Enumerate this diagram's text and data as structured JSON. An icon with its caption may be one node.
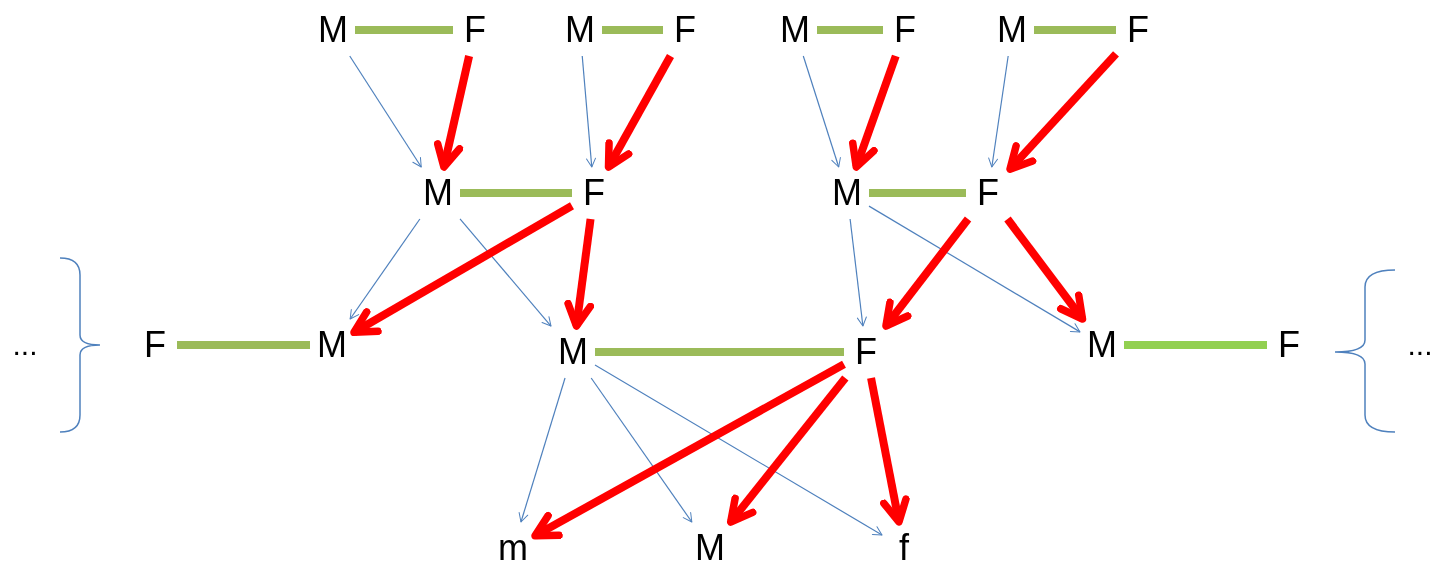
{
  "diagram": {
    "nodes": [
      {
        "text": [
          "M"
        ]
      },
      {
        "text": [
          "F"
        ]
      },
      {
        "text": [
          "M"
        ]
      },
      {
        "text": [
          "F"
        ]
      },
      {
        "text": [
          "M"
        ]
      },
      {
        "text": [
          "F"
        ]
      },
      {
        "text": [
          "M"
        ]
      },
      {
        "text": [
          "F"
        ]
      },
      {
        "text": [
          "M"
        ]
      },
      {
        "text": [
          "F"
        ]
      },
      {
        "text": [
          "M"
        ]
      },
      {
        "text": [
          "F"
        ]
      },
      {
        "text": [
          "F"
        ]
      },
      {
        "text": [
          "M"
        ]
      },
      {
        "text": [
          "M"
        ]
      },
      {
        "text": [
          "F"
        ]
      },
      {
        "text": [
          "M"
        ]
      },
      {
        "text": [
          "F"
        ]
      },
      {
        "text": [
          "m"
        ]
      },
      {
        "text": [
          "M"
        ]
      },
      {
        "text": [
          "f"
        ]
      }
    ],
    "edges": [
      {
        "from": 0,
        "to": 1,
        "arrow": "none",
        "color": "#9bbb59"
      },
      {
        "from": 2,
        "to": 3,
        "arrow": "none",
        "color": "#9bbb59"
      },
      {
        "from": 4,
        "to": 5,
        "arrow": "none",
        "color": "#9bbb59"
      },
      {
        "from": 6,
        "to": 7,
        "arrow": "none",
        "color": "#9bbb59"
      },
      {
        "from": 8,
        "to": 9,
        "arrow": "none",
        "color": "#9bbb59"
      },
      {
        "from": 10,
        "to": 11,
        "arrow": "none",
        "color": "#9bbb59"
      },
      {
        "from": 12,
        "to": 13,
        "arrow": "none",
        "color": "#9bbb59"
      },
      {
        "from": 14,
        "to": 15,
        "arrow": "none",
        "color": "#9bbb59"
      },
      {
        "from": 16,
        "to": 17,
        "arrow": "none",
        "color": "#92d050"
      },
      {
        "from": 0,
        "to": 8,
        "arrow": "to"
      },
      {
        "from": 2,
        "to": 9,
        "arrow": "to"
      },
      {
        "from": 4,
        "to": 10,
        "arrow": "to"
      },
      {
        "from": 6,
        "to": 11,
        "arrow": "to"
      },
      {
        "from": 8,
        "to": 13,
        "arrow": "to"
      },
      {
        "from": 8,
        "to": 14,
        "arrow": "to"
      },
      {
        "from": 10,
        "to": 15,
        "arrow": "to"
      },
      {
        "from": 10,
        "to": 16,
        "arrow": "to"
      },
      {
        "from": 14,
        "to": 18,
        "arrow": "to"
      },
      {
        "from": 14,
        "to": 19,
        "arrow": "to"
      },
      {
        "from": 14,
        "to": 20,
        "arrow": "to"
      },
      {
        "from": 1,
        "to": 8,
        "arrow": "to",
        "color": "#ff0000"
      },
      {
        "from": 3,
        "to": 9,
        "arrow": "to",
        "color": "#ff0000"
      },
      {
        "from": 5,
        "to": 10,
        "arrow": "to",
        "color": "#ff0000"
      },
      {
        "from": 7,
        "to": 11,
        "arrow": "to",
        "color": "#ff0000"
      },
      {
        "from": 9,
        "to": 13,
        "arrow": "to",
        "color": "#ff0000"
      },
      {
        "from": 9,
        "to": 14,
        "arrow": "to",
        "color": "#ff0000"
      },
      {
        "from": 11,
        "to": 15,
        "arrow": "to",
        "color": "#ff0000"
      },
      {
        "from": 11,
        "to": 16,
        "arrow": "to",
        "color": "#ff0000"
      },
      {
        "from": 15,
        "to": 18,
        "arrow": "to",
        "color": "#ff0000"
      },
      {
        "from": 15,
        "to": 19,
        "arrow": "to",
        "color": "#ff0000"
      },
      {
        "from": 15,
        "to": 20,
        "arrow": "to",
        "color": "#ff0000"
      }
    ],
    "labels": [
      "...",
      "..."
    ]
  }
}
